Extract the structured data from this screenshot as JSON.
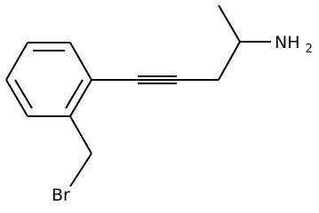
{
  "molecule": {
    "atom_labels": {
      "amine": {
        "main": "NH",
        "subscript": "2"
      },
      "halogen": "Br"
    },
    "atom_color": "#000000",
    "background_color": "#ffffff"
  }
}
